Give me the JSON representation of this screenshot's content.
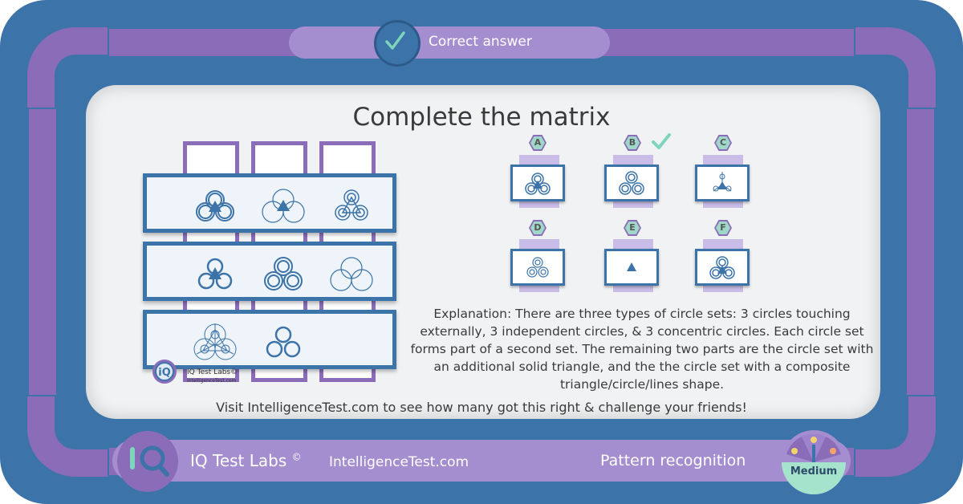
{
  "header": {
    "status_label": "Correct answer",
    "status_icon": "check-icon"
  },
  "question": {
    "title": "Complete the matrix"
  },
  "options": [
    {
      "letter": "A",
      "correct": false
    },
    {
      "letter": "B",
      "correct": true
    },
    {
      "letter": "C",
      "correct": false
    },
    {
      "letter": "D",
      "correct": false
    },
    {
      "letter": "E",
      "correct": false
    },
    {
      "letter": "F",
      "correct": false
    }
  ],
  "explanation": "Explanation: There are three types of circle sets: 3 circles touching externally, 3 independent circles, & 3 concentric circles. Each circle set forms part of a second set. The remaining two parts are the circle set with an additional solid triangle, and the the circle set  with a composite triangle/circle/lines shape.",
  "visit_text": "Visit IntelligenceTest.com to see how many got this right & challenge your friends!",
  "matrix_watermark": {
    "brand": "IQ Test Labs©",
    "site": "IntelligenceTest.com"
  },
  "footer": {
    "brand": "IQ Test Labs",
    "copyright": "©",
    "site": "IntelligenceTest.com",
    "category": "Pattern recognition",
    "difficulty": "Medium"
  },
  "colors": {
    "frame_blue": "#3c73a8",
    "frame_purple": "#8a6cb8",
    "check_green": "#7fd4bd",
    "panel_bg": "#f0f2f3"
  }
}
